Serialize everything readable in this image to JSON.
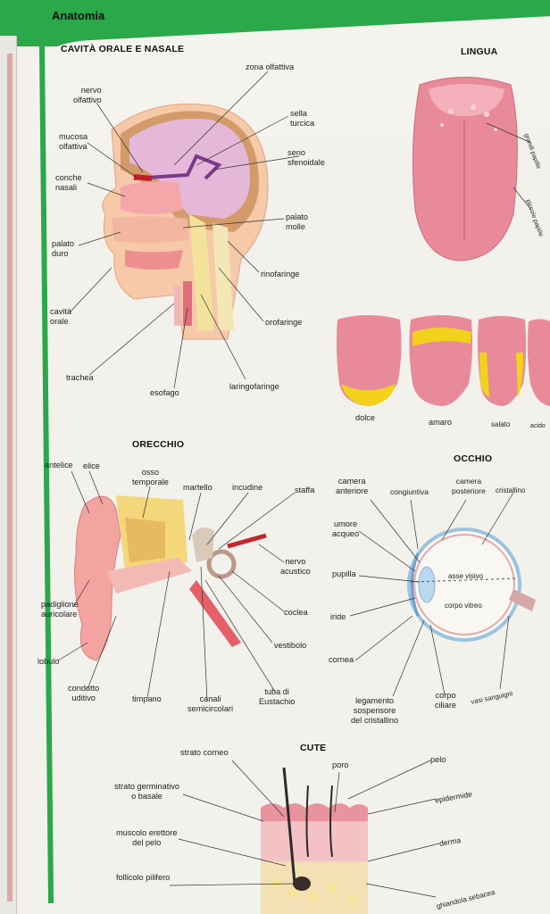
{
  "header": {
    "title": "Anatomia"
  },
  "sections": {
    "nasal": "CAVITÀ ORALE E NASALE",
    "tongue": "LINGUA",
    "ear": "ORECCHIO",
    "eye": "OCCHIO",
    "skin": "CUTE"
  },
  "labels": {
    "zona_olfattiva": "zona olfattiva",
    "nervo_olfattivo": "nervo\nolfattivo",
    "sella_turcica": "sella\nturcica",
    "mucosa_olfattiva": "mucosa\nolfattiva",
    "seno_sfenoidale": "seno\nsfenoidale",
    "conche_nasali": "conche\nnasali",
    "palato_molle": "palato\nmolle",
    "palato_duro": "palato\nduro",
    "rinofaringe": "rinofaringe",
    "cavita_orale": "cavità\norale",
    "orofaringe": "orofaringe",
    "trachea": "trachea",
    "laringofaringe": "laringofaringe",
    "esofago": "esofago",
    "grandi_papille": "grandi papille",
    "piccole_papille": "piccole papille",
    "dolce": "dolce",
    "amaro": "amaro",
    "salato": "salato",
    "acido": "acido",
    "antelice": "antelice",
    "elice": "elice",
    "osso_temporale": "osso\ntemporale",
    "martello": "martello",
    "incudine": "incudine",
    "staffa": "staffa",
    "nervo_acustico": "nervo\nacustico",
    "padiglione": "padiglione\nauricolare",
    "coclea": "coclea",
    "lobulo": "lobulo",
    "vestibolo": "vestibolo",
    "condotto_uditivo": "condotto\nuditivo",
    "timpano": "timpano",
    "canali": "canali\nsemicircolari",
    "tuba": "tuba di\nEustachio",
    "camera_anteriore": "camera\nanteriore",
    "congiuntiva": "congiuntiva",
    "camera_posteriore": "camera\nposteriore",
    "cristallino": "cristallino",
    "umore_acqueo": "umore\nacqueo",
    "pupilla": "pupilla",
    "asse_visivo": "asse visivo",
    "iride": "iride",
    "corpo_vitreo": "corpo vitreo",
    "cornea": "cornea",
    "legamento": "legamento\nsospensore\ndel cristallino",
    "corpo_ciliare": "corpo\nciliare",
    "vasi_sanguigni": "vasi sanguigni",
    "strato_corneo": "strato corneo",
    "poro": "poro",
    "pelo": "pelo",
    "strato_germinativo": "strato germinativo\no basale",
    "epidermide": "epidermide",
    "muscolo_erettore": "muscolo erettore\ndel pelo",
    "derma": "derma",
    "follicolo": "follicolo pilifero",
    "ghiandola_sebacea": "ghiandola sebacea"
  },
  "colors": {
    "green": "#2aa84a",
    "tongue": "#e98a9a",
    "taste": "#f2d21b"
  }
}
